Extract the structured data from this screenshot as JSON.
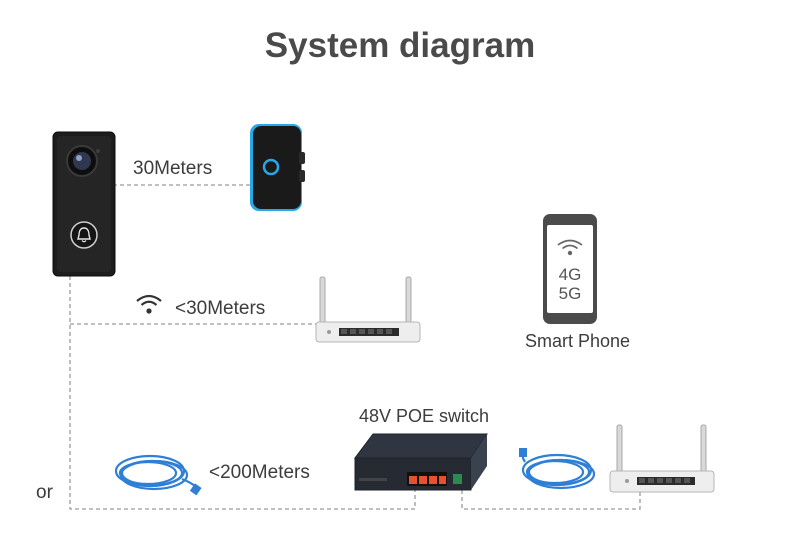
{
  "title": "System diagram",
  "links": {
    "chime": "30Meters",
    "wifi": "<30Meters",
    "cable": "<200Meters",
    "alt": "or"
  },
  "phone": {
    "label": "Smart Phone",
    "net1": "4G",
    "net2": "5G"
  },
  "switch": {
    "label": "48V POE switch"
  },
  "colors": {
    "cable_blue": "#2f7fd6",
    "chime_ring": "#29a8e8",
    "dashed_line": "#9a9a9a",
    "doorbell_body": "#1d1d1d"
  }
}
